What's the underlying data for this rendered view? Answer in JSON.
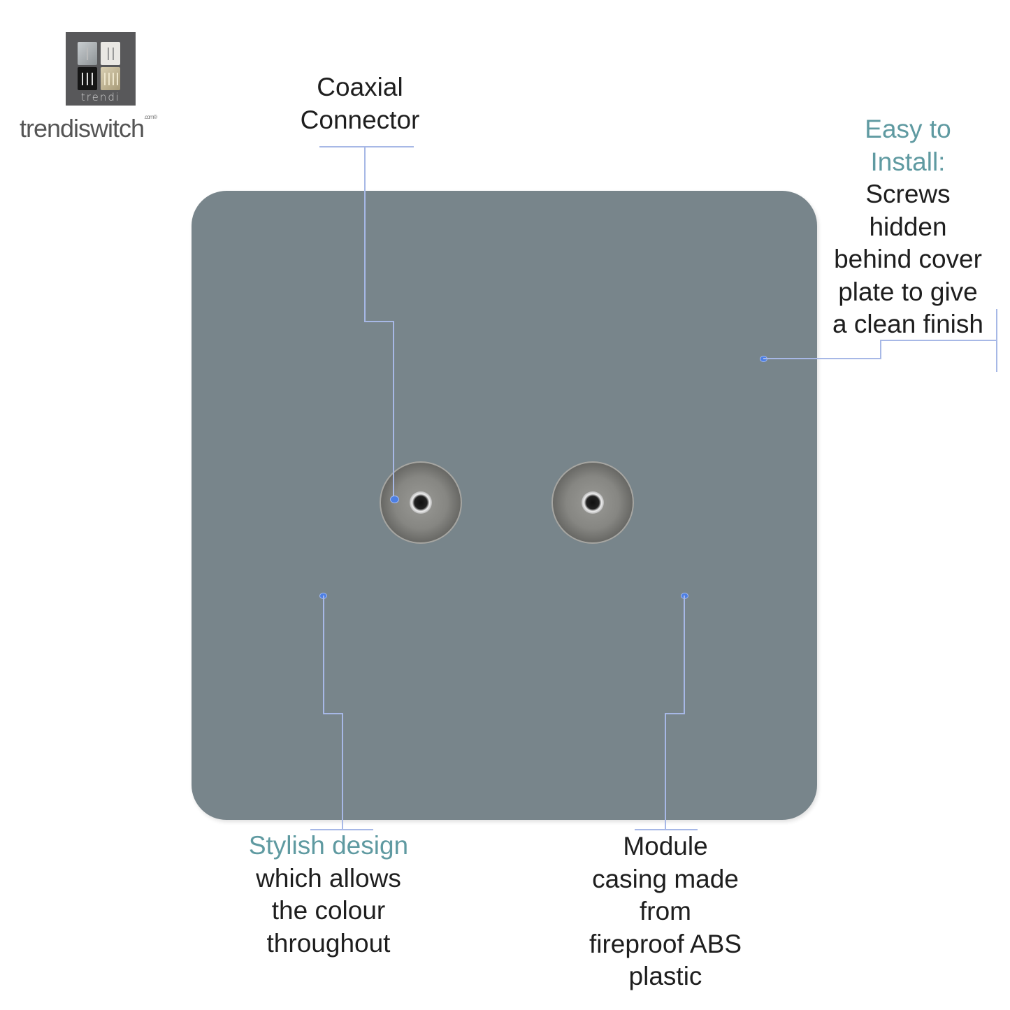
{
  "brand": {
    "logo_text": "trendi",
    "wordmark": "trendiswitch",
    "wordmark_suffix": ".com®"
  },
  "product": {
    "plate_color": "#78858b",
    "sockets": [
      {
        "name": "coaxial-socket-left"
      },
      {
        "name": "coaxial-socket-right"
      }
    ]
  },
  "callouts": {
    "coaxial": {
      "lines": [
        "Coaxial",
        "Connector"
      ]
    },
    "install": {
      "heading": [
        "Easy to",
        "Install:"
      ],
      "body": [
        "Screws",
        "hidden",
        "behind cover",
        "plate to give",
        "a clean finish"
      ]
    },
    "stylish": {
      "heading": "Stylish design",
      "body": [
        "which allows",
        "the colour",
        "throughout"
      ]
    },
    "module": {
      "body": [
        "Module",
        "casing made",
        "from",
        "fireproof ABS",
        "plastic"
      ]
    }
  },
  "colors": {
    "accent_text": "#5f9aa1",
    "leader_line": "#a7b8e6",
    "leader_dot": "#4d7fe3",
    "logo_bg": "#58585a"
  }
}
